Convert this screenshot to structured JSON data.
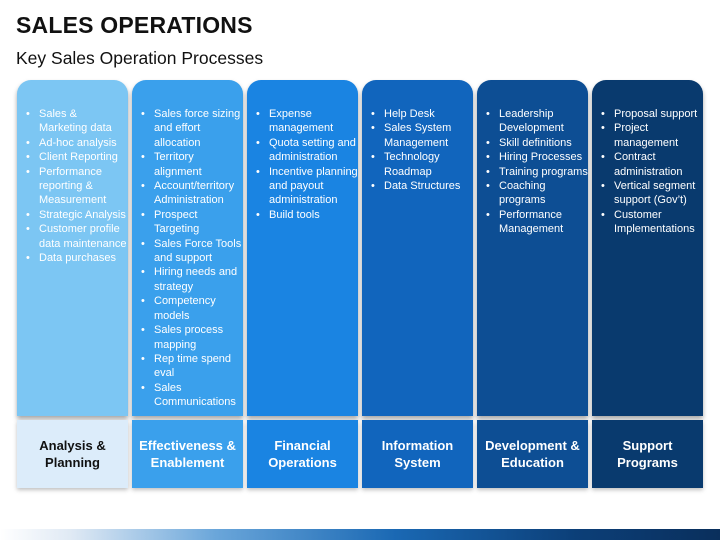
{
  "header": {
    "title": "SALES OPERATIONS",
    "subtitle": "Key Sales Operation Processes"
  },
  "columns": [
    {
      "label": "Analysis & Planning",
      "items": [
        "Sales & Marketing data",
        "Ad-hoc analysis",
        "Client Reporting",
        "Performance reporting & Measurement",
        "Strategic Analysis",
        "Customer profile data maintenance",
        "Data purchases"
      ],
      "body_color": "#7cc6f3",
      "body_text_color": "#ffffff",
      "foot_color": "#dcecfa",
      "foot_text_color": "#111111"
    },
    {
      "label": "Effectiveness & Enablement",
      "items": [
        "Sales force sizing and effort allocation",
        "Territory alignment",
        "Account/territory Administration",
        "Prospect Targeting",
        "Sales Force Tools and support",
        "Hiring needs and strategy",
        "Competency models",
        "Sales process mapping",
        "Rep time spend eval",
        "Sales Communications"
      ],
      "body_color": "#3aa0ec",
      "body_text_color": "#ffffff",
      "foot_color": "#3aa0ec",
      "foot_text_color": "#ffffff"
    },
    {
      "label": "Financial Operations",
      "items": [
        "Expense management",
        "Quota setting and administration",
        "Incentive planning and payout administration",
        "Build tools"
      ],
      "body_color": "#1a84e2",
      "body_text_color": "#ffffff",
      "foot_color": "#1a84e2",
      "foot_text_color": "#ffffff"
    },
    {
      "label": "Information System",
      "items": [
        "Help Desk",
        "Sales System Management",
        "Technology Roadmap",
        "Data Structures"
      ],
      "body_color": "#1165bd",
      "body_text_color": "#ffffff",
      "foot_color": "#1165bd",
      "foot_text_color": "#ffffff"
    },
    {
      "label": "Development & Education",
      "items": [
        "Leadership Development",
        "Skill definitions",
        "Hiring Processes",
        "Training programs",
        "Coaching programs",
        "Performance Management"
      ],
      "body_color": "#0d4e94",
      "body_text_color": "#ffffff",
      "foot_color": "#0d4e94",
      "foot_text_color": "#ffffff"
    },
    {
      "label": "Support Programs",
      "items": [
        "Proposal support",
        "Project management",
        "Contract administration",
        "Vertical segment support (Gov’t)",
        "Customer Implementations"
      ],
      "body_color": "#093a6e",
      "body_text_color": "#ffffff",
      "foot_color": "#093a6e",
      "foot_text_color": "#ffffff"
    }
  ]
}
